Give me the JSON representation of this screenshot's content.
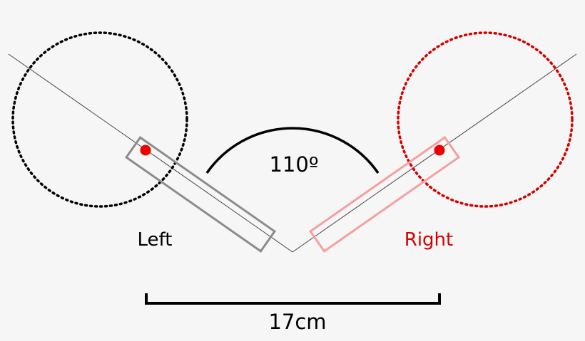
{
  "diagram": {
    "angle_label": "110º",
    "left_label": "Left",
    "right_label": "Right",
    "distance_label": "17cm"
  },
  "colors": {
    "background": "#f6f6f6",
    "left": "#000000",
    "left_box": "#8c8c8c",
    "right": "#d40000",
    "right_box": "#f4a0a0",
    "marker": "#ee0000"
  }
}
